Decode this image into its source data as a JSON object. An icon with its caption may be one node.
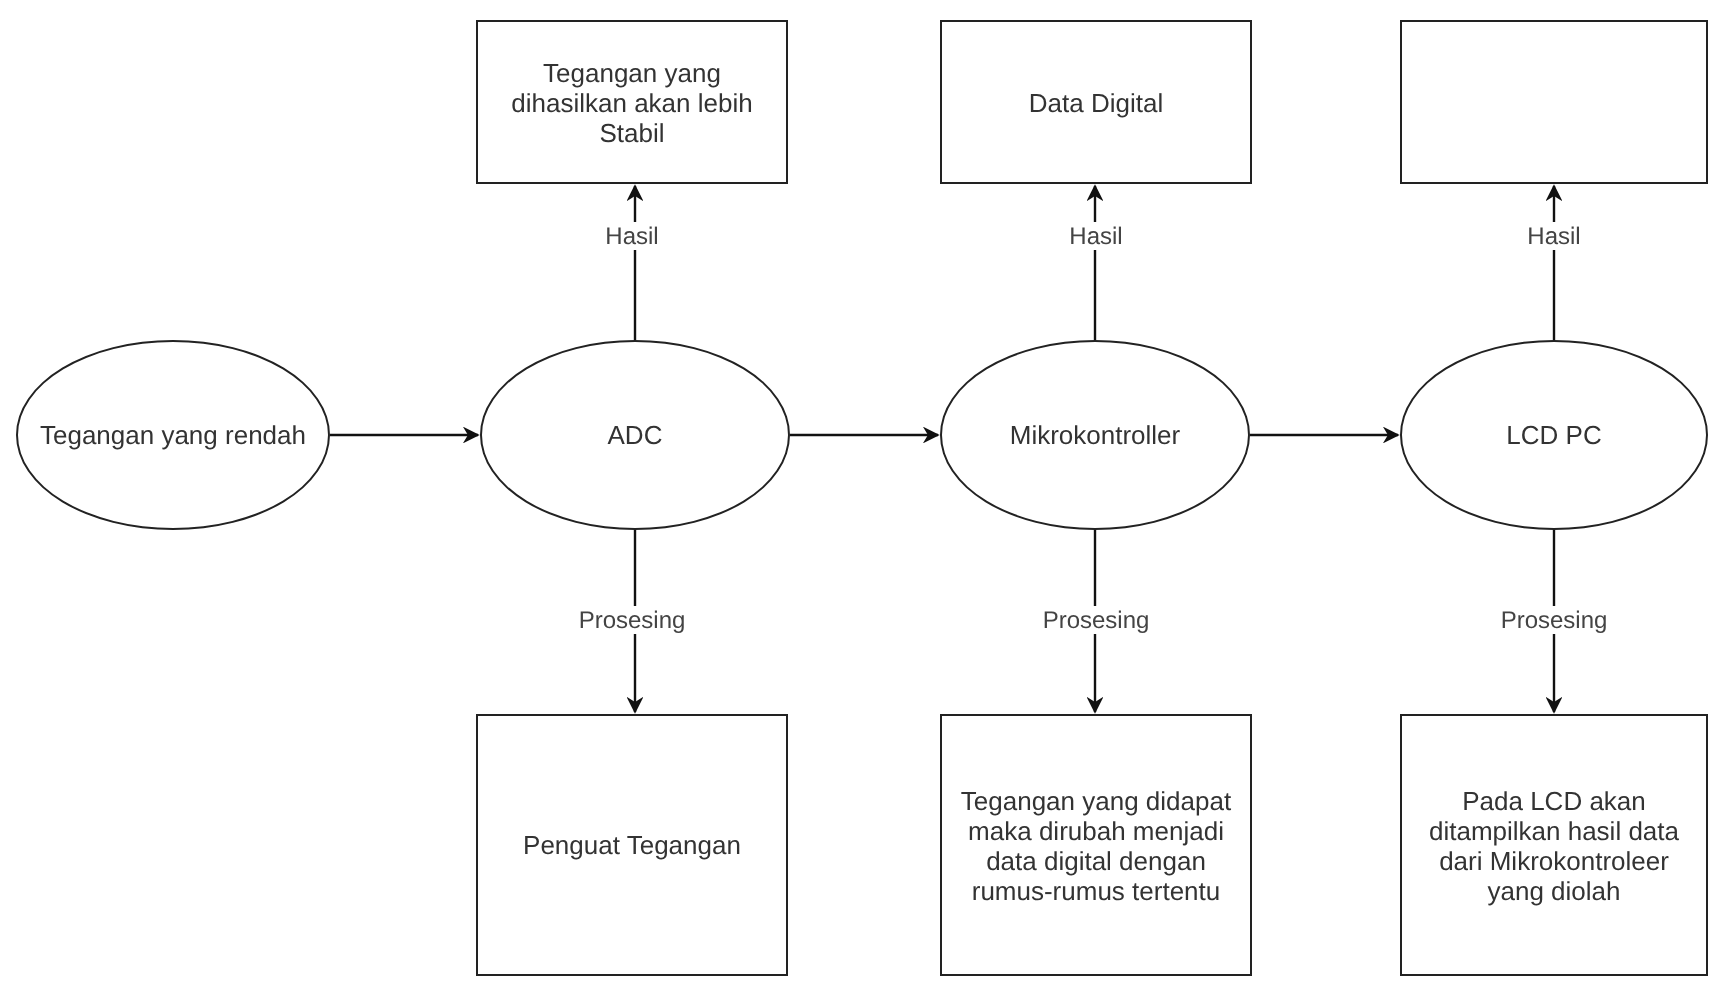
{
  "diagram": {
    "nodes": [
      {
        "text": [
          "Tegangan yang dihasilkan akan lebih Stabil"
        ]
      },
      {
        "text": [
          "Data Digital"
        ]
      },
      {
        "text": [],
        "shape": "box"
      },
      {
        "text": [
          "Tegangan yang rendah"
        ]
      },
      {
        "text": [
          "ADC"
        ]
      },
      {
        "text": [
          "Mikrokontroller"
        ]
      },
      {
        "text": [
          "LCD PC"
        ]
      },
      {
        "text": [
          "Penguat Tegangan"
        ]
      },
      {
        "text": [
          "Tegangan yang didapat maka dirubah menjadi data digital dengan rumus-rumus tertentu"
        ]
      },
      {
        "text": [
          "Pada LCD akan ditampilkan hasil data dari Mikrokontroleer yang diolah"
        ]
      }
    ],
    "edges": [
      {
        "from": 3,
        "to": 4,
        "arrow": "to"
      },
      {
        "from": 4,
        "to": 5,
        "arrow": "to"
      },
      {
        "from": 5,
        "to": 6,
        "arrow": "to"
      },
      {
        "from": 4,
        "to": 0,
        "arrow": "to",
        "label": "Hasil"
      },
      {
        "from": 5,
        "to": 1,
        "arrow": "to",
        "label": "Hasil"
      },
      {
        "from": 6,
        "to": 2,
        "arrow": "to",
        "label": "Hasil"
      },
      {
        "from": 4,
        "to": 7,
        "arrow": "to",
        "label": "Prosesing"
      },
      {
        "from": 5,
        "to": 8,
        "arrow": "to",
        "label": "Prosesing"
      },
      {
        "from": 6,
        "to": 9,
        "arrow": "to",
        "label": "Prosesing"
      }
    ]
  }
}
